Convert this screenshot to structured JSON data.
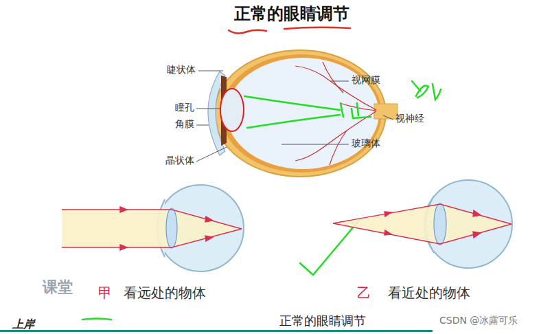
{
  "diagram": {
    "title": "正常的眼睛调节",
    "caption": "正常的眼睛调节",
    "labels": [
      "睫状体",
      "瞳孔",
      "角膜",
      "晶状体",
      "视网膜",
      "视神经",
      "玻璃体",
      "甲",
      "看远处的物体",
      "乙",
      "看近处的物体",
      "课堂",
      "上岸",
      "CSDN @冰露可乐"
    ]
  }
}
